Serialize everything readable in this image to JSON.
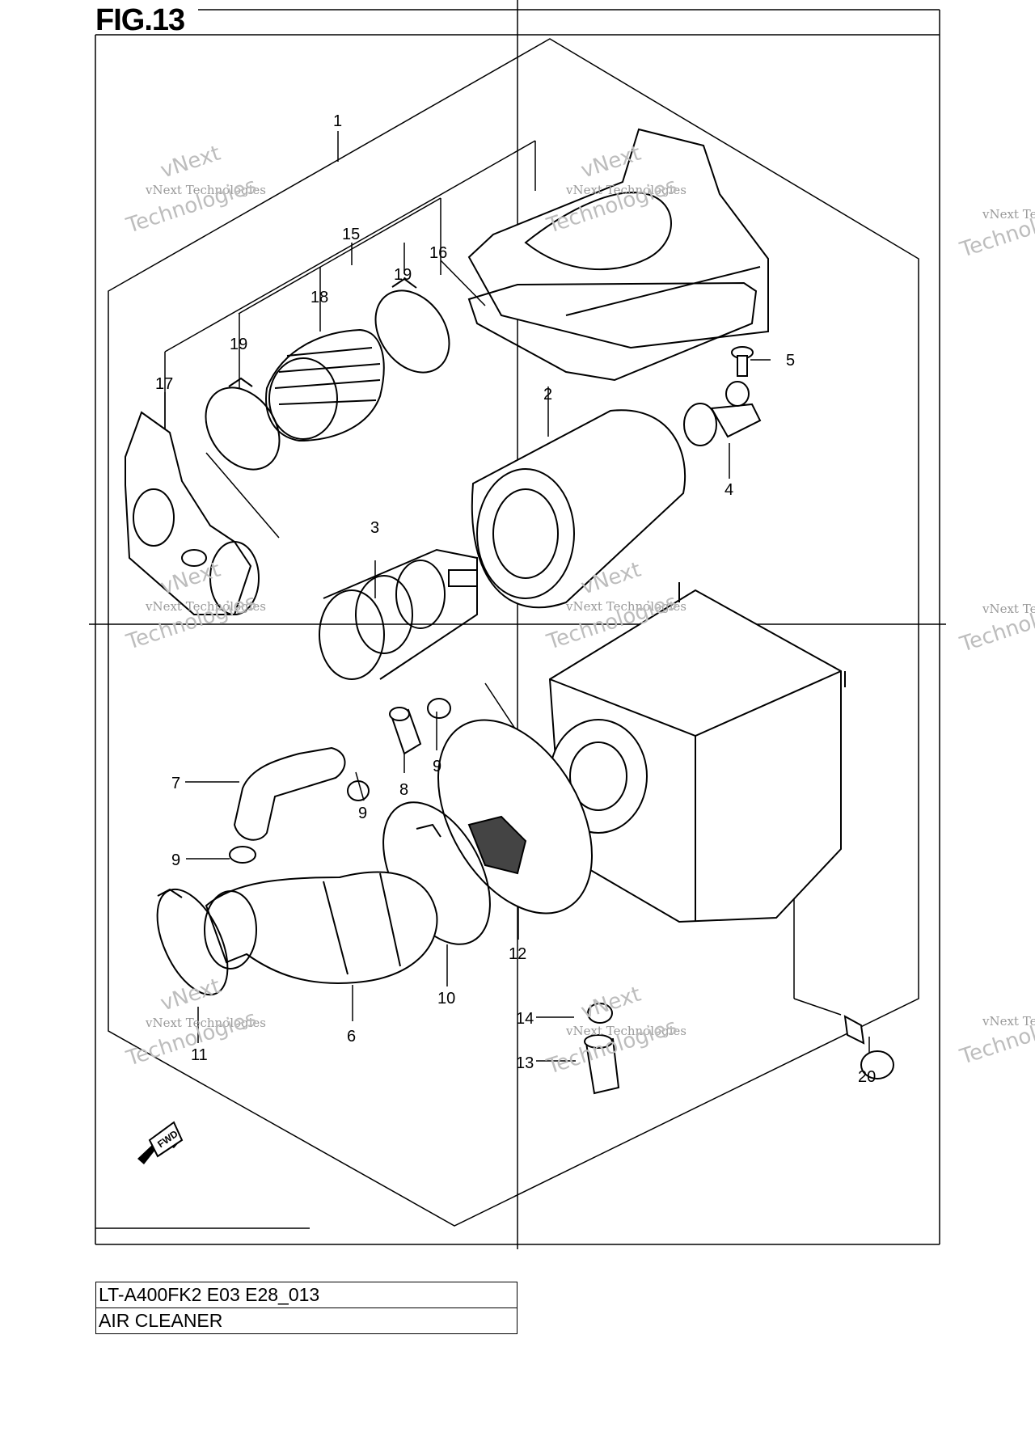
{
  "figure": {
    "title": "FIG.13",
    "model_code": "LT-A400FK2 E03 E28_013",
    "section_name": "AIR CLEANER"
  },
  "watermark": {
    "line1": "vNext Technologies",
    "line2": "vNext",
    "line3": "Technologies"
  },
  "callouts": [
    {
      "id": "c1",
      "text": "1"
    },
    {
      "id": "c2",
      "text": "2"
    },
    {
      "id": "c3",
      "text": "3"
    },
    {
      "id": "c4",
      "text": "4"
    },
    {
      "id": "c5",
      "text": "5"
    },
    {
      "id": "c6",
      "text": "6"
    },
    {
      "id": "c7",
      "text": "7"
    },
    {
      "id": "c8",
      "text": "8"
    },
    {
      "id": "c9a",
      "text": "9"
    },
    {
      "id": "c9b",
      "text": "9"
    },
    {
      "id": "c9c",
      "text": "9"
    },
    {
      "id": "c10",
      "text": "10"
    },
    {
      "id": "c11",
      "text": "11"
    },
    {
      "id": "c12",
      "text": "12"
    },
    {
      "id": "c13",
      "text": "13"
    },
    {
      "id": "c14",
      "text": "14"
    },
    {
      "id": "c15",
      "text": "15"
    },
    {
      "id": "c16",
      "text": "16"
    },
    {
      "id": "c17",
      "text": "17"
    },
    {
      "id": "c18",
      "text": "18"
    },
    {
      "id": "c19a",
      "text": "19"
    },
    {
      "id": "c19b",
      "text": "19"
    },
    {
      "id": "c20",
      "text": "20"
    }
  ],
  "fwd_label": "FWD"
}
